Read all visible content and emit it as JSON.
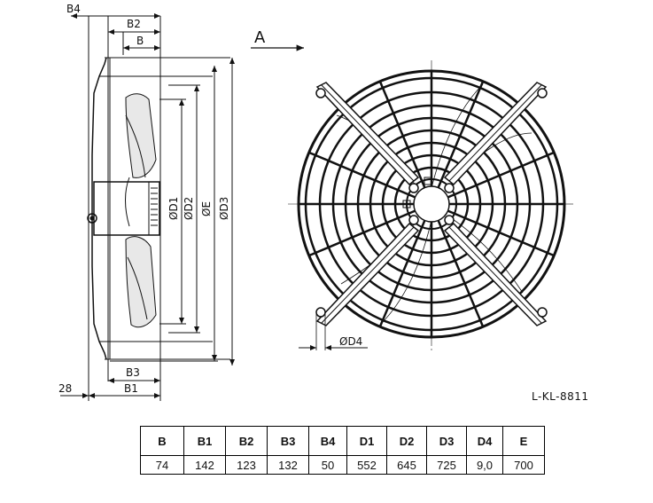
{
  "drawing": {
    "side_labels": {
      "b4": "B4",
      "b2": "B2",
      "b": "B",
      "b3": "B3",
      "b1": "B1",
      "offset": "28",
      "d1": "ØD1",
      "d2": "ØD2",
      "e": "ØE",
      "d3": "ØD3"
    },
    "view_arrow_label": "A",
    "hole_label": "ØD4",
    "drawing_ref": "L-KL-8811"
  },
  "table": {
    "headers": [
      "B",
      "B1",
      "B2",
      "B3",
      "B4",
      "D1",
      "D2",
      "D3",
      "D4",
      "E"
    ],
    "values": [
      "74",
      "142",
      "123",
      "132",
      "50",
      "552",
      "645",
      "725",
      "9,0",
      "700"
    ]
  }
}
